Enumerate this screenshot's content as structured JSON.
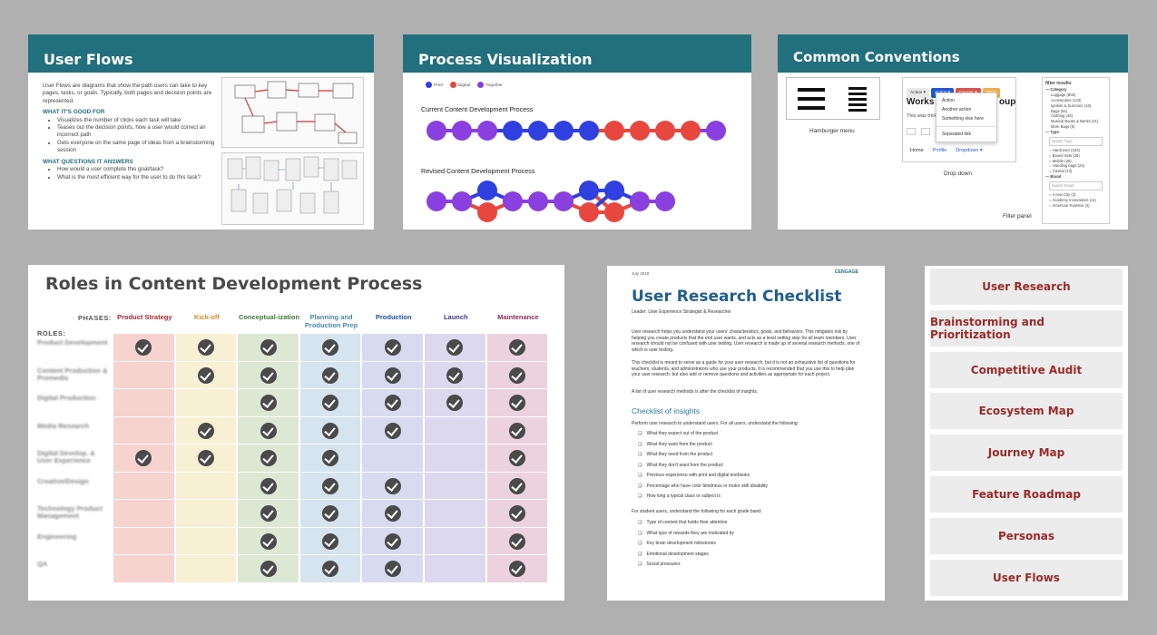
{
  "user_flows": {
    "title": "User Flows",
    "intro": "User Flows are diagrams that show the path users can take to key pages, tasks, or goals. Typically, both pages and decision points are represented.",
    "good_for_heading": "WHAT IT'S GOOD FOR",
    "good_for": [
      "Visualizes the number of clicks each task will take",
      "Teases out the decision points, how a user would correct an incorrect path",
      "Gets everyone on the same page of ideas from a brainstorming session"
    ],
    "questions_heading": "WHAT QUESTIONS IT ANSWERS",
    "questions": [
      "How would a user complete this goal/task?",
      "What is the most efficient way for the user to do this task?"
    ]
  },
  "process": {
    "title": "Process Visualization",
    "legend": [
      {
        "label": "Print",
        "color": "#2f3fe0"
      },
      {
        "label": "Digital",
        "color": "#e8473f"
      },
      {
        "label": "Together",
        "color": "#8a3fe0"
      }
    ],
    "current_label": "Current Content Development Process",
    "revised_label": "Revised Content Development Process",
    "current_sequence": [
      "together",
      "together",
      "together",
      "print",
      "print",
      "print",
      "print",
      "digital",
      "digital",
      "digital",
      "digital",
      "together"
    ],
    "revised_sequence": [
      [
        "together"
      ],
      [
        "together"
      ],
      [
        "print",
        "digital"
      ],
      [
        "together"
      ],
      [
        "together"
      ],
      [
        "together"
      ],
      [
        "print",
        "digital"
      ],
      [
        "print",
        "digital"
      ],
      [
        "together"
      ],
      [
        "together"
      ]
    ]
  },
  "conventions": {
    "title": "Common Conventions",
    "hamburger_caption": "Hamburger menu",
    "dropdown_caption": "Drop down",
    "filter_caption": "Filter panel",
    "dropdown": {
      "buttons": [
        {
          "label": "Action ▾",
          "color": "#e9e9e9",
          "text": "#333"
        },
        {
          "label": "Action ▾",
          "color": "#2358d1",
          "text": "#fff"
        },
        {
          "label": "Danger ▾",
          "color": "#d9534f",
          "text": "#fff"
        },
        {
          "label": "Warn",
          "color": "#f0ad4e",
          "text": "#fff"
        }
      ],
      "heading": "Works",
      "heading_tail": "oups",
      "body_text": "This was trick",
      "menu_items": [
        "Action",
        "Another action",
        "Something else here",
        "Separated link"
      ],
      "nav": [
        "Home",
        "Profile",
        "Dropdown ▾"
      ]
    },
    "filter": {
      "heading": "filter results",
      "category": "Category",
      "category_items": [
        "Luggage (903)",
        "Accessories (143)",
        "Ignition & Sunroom (16)",
        "Bags (64)",
        "Clothing (45)",
        "Musical Books & Banks (21)",
        "More Bags (6)"
      ],
      "type": "Type",
      "type_search": "search Type",
      "type_items": [
        "Hardcover (163)",
        "Boxed Sets (28)",
        "Mobile (26)",
        "Handling bags (24)",
        "Ciental (13)"
      ],
      "brand": "Brand",
      "brand_search": "search brand",
      "brand_items": [
        "A new City (3)",
        "Academy Innovations (11)",
        "American Tourister (4)"
      ]
    }
  },
  "roles": {
    "title": "Roles in Content Development Process",
    "phases_label": "PHASES:",
    "roles_label": "ROLES:",
    "phases": [
      {
        "label": "Product Strategy",
        "color": "#a8272f",
        "bg": "#f6d3cf"
      },
      {
        "label": "Kick-off",
        "color": "#d68b2a",
        "bg": "#f8f0d4"
      },
      {
        "label": "Conceptual-ization",
        "color": "#3f7a36",
        "bg": "#dce8d4"
      },
      {
        "label": "Planning and Production Prep",
        "color": "#4a86ad",
        "bg": "#d5e4ef"
      },
      {
        "label": "Production",
        "color": "#1f4fa0",
        "bg": "#d8daf0"
      },
      {
        "label": "Launch",
        "color": "#3a3a8a",
        "bg": "#dcd8ee"
      },
      {
        "label": "Maintenance",
        "color": "#8a2a5a",
        "bg": "#ecd2de"
      }
    ],
    "rows": [
      {
        "role": "Product Development",
        "checks": [
          1,
          1,
          1,
          1,
          1,
          1,
          1
        ]
      },
      {
        "role": "Content Production & Promedia",
        "checks": [
          0,
          1,
          1,
          1,
          1,
          1,
          1
        ]
      },
      {
        "role": "Digital Production",
        "checks": [
          0,
          0,
          1,
          1,
          1,
          1,
          1
        ]
      },
      {
        "role": "Media Research",
        "checks": [
          0,
          1,
          1,
          1,
          1,
          0,
          1
        ]
      },
      {
        "role": "Digital Develop. & User Experience",
        "checks": [
          1,
          1,
          1,
          1,
          0,
          0,
          1
        ]
      },
      {
        "role": "Creative/Design",
        "checks": [
          0,
          0,
          1,
          1,
          1,
          0,
          1
        ]
      },
      {
        "role": "Technology Product Management",
        "checks": [
          0,
          0,
          1,
          1,
          1,
          0,
          1
        ]
      },
      {
        "role": "Engineering",
        "checks": [
          0,
          0,
          1,
          1,
          1,
          0,
          1
        ]
      },
      {
        "role": "QA",
        "checks": [
          0,
          0,
          1,
          1,
          1,
          0,
          1
        ]
      }
    ]
  },
  "checklist": {
    "date": "July 2018",
    "logo": "CENGAGE",
    "title": "User Research Checklist",
    "leader": "Leader: User Experience Strategist & Researcher",
    "p1": "User research helps you understand your users' characteristics, goals, and behaviors. This mitigates risk by helping you create products that the end user wants, and acts as a level setting step for all team members. User research should not be confused with user testing. User research is made up of several research methods, one of which is user testing.",
    "p2": "This checklist is meant to serve as a guide for your user research, but it is not an exhaustive list of questions for teachers, students, and administrators who use your products. It is recommended that you use this to help plan your user research, but also add or remove questions and activities as appropriate for each project.",
    "p3": "A list of user research methods is after the checklist of insights.",
    "insights_heading": "Checklist of insights",
    "all_users_intro": "Perform user research to understand users. For all users, understand the following:",
    "all_users": [
      "What they expect out of the product",
      "What they want from the product",
      "What they need from the product",
      "What they don't want from the product",
      "Previous experience with print and digital textbooks",
      "Percentage who have color blindness or motor skill disability",
      "How long a typical class or subject is"
    ],
    "student_intro": "For student users, understand the following for each grade band:",
    "student_users": [
      "Type of content that holds their attention",
      "What type of rewards they are motivated by",
      "Key brain development milestones",
      "Emotional development stages",
      "Social pressures"
    ]
  },
  "methods": [
    "User Research",
    "Brainstorming and Prioritization",
    "Competitive Audit",
    "Ecosystem Map",
    "Journey Map",
    "Feature Roadmap",
    "Personas",
    "User Flows"
  ]
}
